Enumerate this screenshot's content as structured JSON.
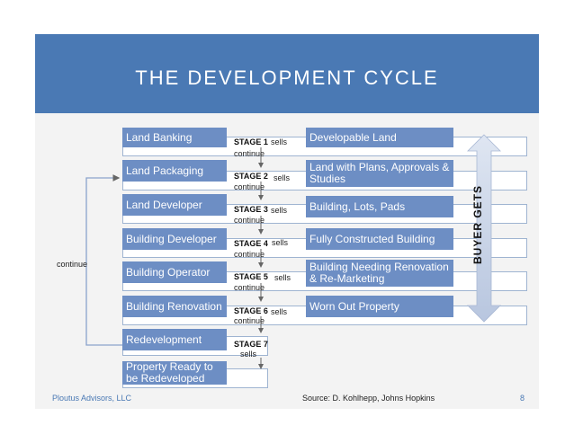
{
  "title": "THE DEVELOPMENT CYCLE",
  "stages": [
    {
      "left": "Land Banking",
      "stage": "STAGE 1",
      "sells": "sells",
      "continue": "continue",
      "right": "Developable Land"
    },
    {
      "left": "Land Packaging",
      "stage": "STAGE 2",
      "sells": "sells",
      "continue": "continue",
      "right": "Land with Plans, Approvals & Studies"
    },
    {
      "left": "Land Developer",
      "stage": "STAGE 3",
      "sells": "sells",
      "continue": "continue",
      "right": "Building, Lots, Pads"
    },
    {
      "left": "Building Developer",
      "stage": "STAGE 4",
      "sells": "sells",
      "continue": "continue",
      "right": "Fully Constructed Building"
    },
    {
      "left": "Building Operator",
      "stage": "STAGE 5",
      "sells": "sells",
      "continue": "continue",
      "right": "Building Needing Renovation & Re-Marketing"
    },
    {
      "left": "Building Renovation",
      "stage": "STAGE 6",
      "sells": "sells",
      "continue": "continue",
      "right": "Worn Out Property"
    },
    {
      "left": "Redevelopment",
      "stage": "STAGE 7",
      "sells": "sells"
    }
  ],
  "final_box": "Property Ready to be Redeveloped",
  "loop_label": "continue",
  "buyer_gets": "BUYER GETS",
  "footer": {
    "left": "Ploutus Advisors, LLC",
    "source": "Source: D. Kohlhepp, Johns Hopkins",
    "page": "8"
  },
  "colors": {
    "banner": "#4a79b4",
    "box": "#6d8ec4",
    "arrow": "#c9d3e6",
    "footer_text": "#4a79b4"
  }
}
